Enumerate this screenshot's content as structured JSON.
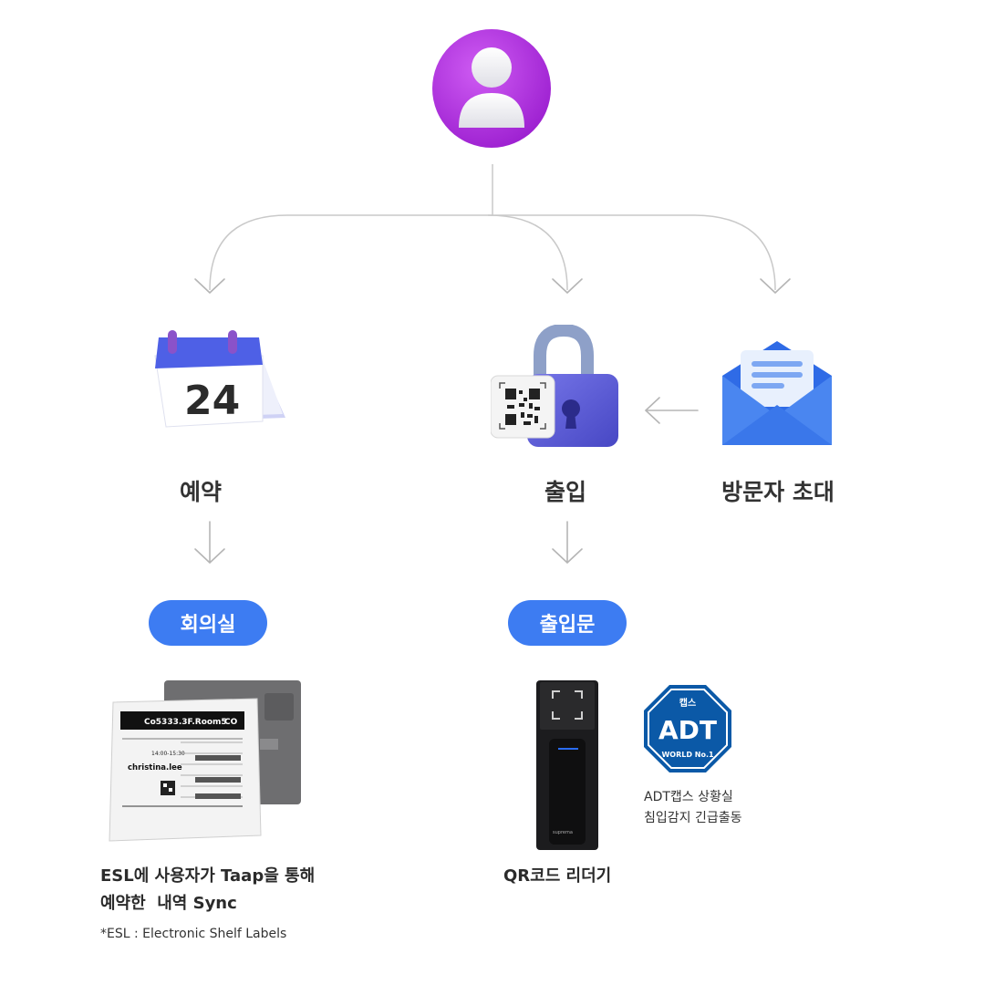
{
  "user": {
    "icon": "user-avatar-icon"
  },
  "nodes": {
    "reservation": {
      "label": "예약",
      "icon": "calendar-24-icon",
      "calendar_day": "24"
    },
    "entry": {
      "label": "출입",
      "icon": "qr-padlock-icon"
    },
    "invite": {
      "label": "방문자 초대",
      "icon": "envelope-icon"
    }
  },
  "targets": {
    "meeting_room": {
      "label": "회의실"
    },
    "entrance": {
      "label": "출입문"
    }
  },
  "esl_device": {
    "room": "Co5333.3F.Room5",
    "brand_mark": "CO",
    "time": "14:00-15:30",
    "user": "christina.lee",
    "caption_line1": "ESL에 사용자가 Taap을 통해",
    "caption_line2": "예약한  내역 Sync",
    "footnote": "*ESL : Electronic Shelf Labels"
  },
  "qr_reader": {
    "caption": "QR코드 리더기"
  },
  "adt": {
    "badge_top": "캡스",
    "badge_main": "ADT",
    "badge_bottom": "WORLD No.1",
    "desc_line1": "ADT캡스 상황실",
    "desc_line2": "침입감지 긴급출동"
  },
  "colors": {
    "accent": "#3d7cf2",
    "avatar": "#b43fe0",
    "connector": "#c8c8c8"
  }
}
